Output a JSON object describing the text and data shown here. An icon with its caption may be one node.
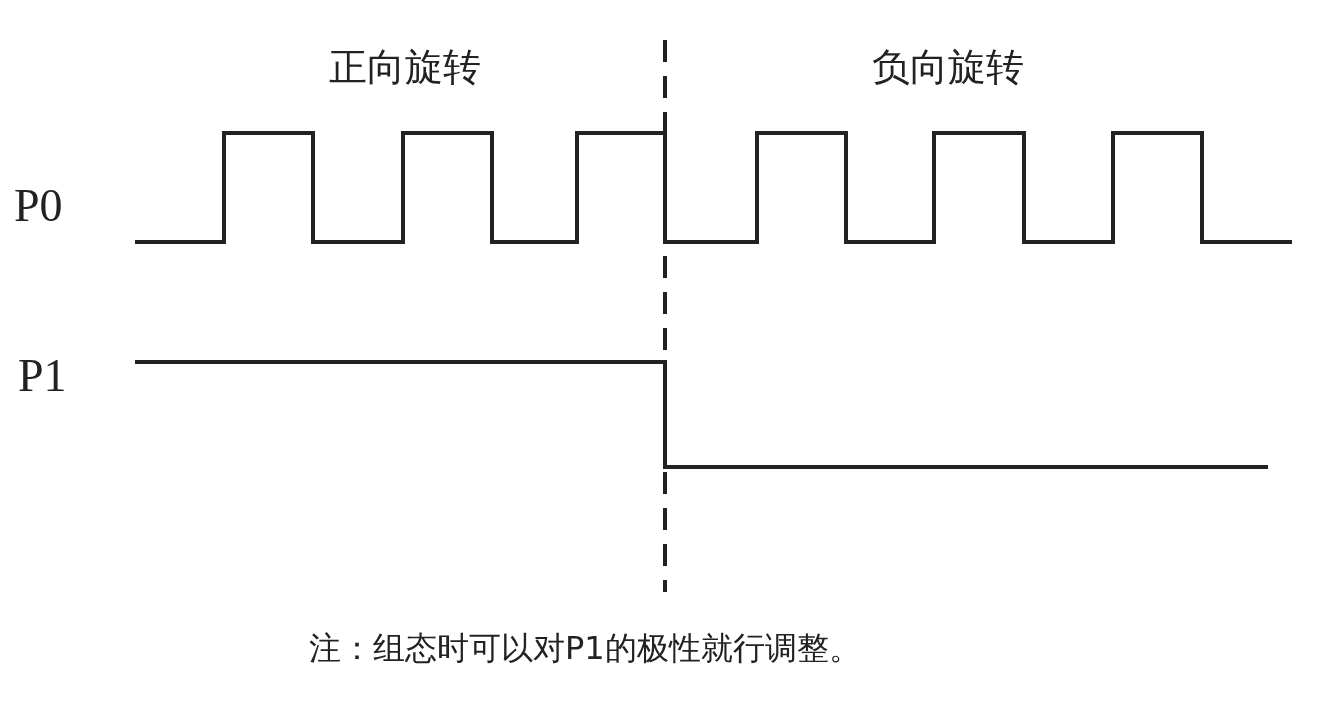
{
  "diagram": {
    "labels": [
      "正向旋转",
      "负向旋转",
      "P0",
      "P1",
      "注：组态时可以对P1的极性就行调整。"
    ]
  }
}
